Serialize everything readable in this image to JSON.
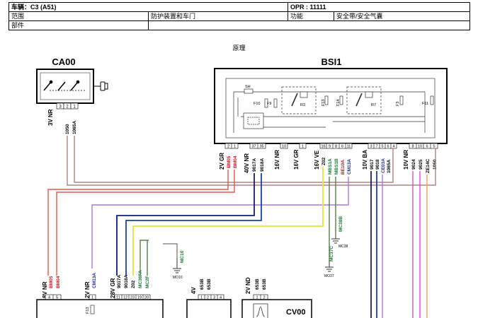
{
  "header": {
    "vehicle": "车辆：C3 (A51)",
    "opr": "OPR : 11111",
    "scope_label": "范围",
    "scope_value": "防护装置和车门",
    "function_label": "功能",
    "function_value": "安全带/安全气囊",
    "part_label": "部件"
  },
  "subtitle": "原理",
  "ca00": {
    "name": "CA00",
    "pins": [
      "3",
      "2",
      "1"
    ],
    "connector": "3V NR",
    "wires": [
      "1050",
      "1065A"
    ]
  },
  "bsi1": {
    "name": "BSI1",
    "sh": "SH",
    "fuses": [
      "F10",
      "F9",
      "F13",
      "F14",
      "F3",
      "F11"
    ],
    "relays": [
      "R3",
      "R7"
    ],
    "connectors": [
      "2V GR",
      "40V NR",
      "16V NR",
      "16V GR",
      "16V VE",
      "10V BA",
      "10V NR"
    ],
    "pins_2vgr": [
      "2",
      "1"
    ],
    "pins_40vnr": [
      "37",
      "35"
    ],
    "pins_16vnr": [
      "10"
    ],
    "pins_16vgr": [
      "1"
    ],
    "pins_16vve": [
      "16",
      "9",
      "8",
      "6",
      "11"
    ],
    "pins_10vba": [
      "3",
      "7",
      "5",
      "6",
      "4"
    ],
    "pins_10vnr": [
      "8",
      "10",
      "6",
      "5"
    ],
    "wires_2vgr": [
      "BM05",
      "BM04"
    ],
    "wires_40vnr": [
      "9017A",
      "9018A"
    ],
    "wires_16vve": [
      "Z02",
      "MBS1A",
      "MBS1B",
      "BE10A",
      "CM13A"
    ],
    "wires_10vba": [
      "9017",
      "9018",
      "CE03A",
      "1065A"
    ],
    "wires_10vnr": [
      "9024",
      "9025",
      "ZE14C",
      "1050"
    ]
  },
  "grounds": [
    {
      "wire": "MC10",
      "label": "MO10"
    },
    {
      "wire": "MC38B",
      "label": "MC38"
    },
    {
      "wire": "MC37C",
      "label": "MO37"
    }
  ],
  "bottom": {
    "conn_8vnr": "8V NR",
    "pins_8vnr": [
      "4",
      "5"
    ],
    "wires_8vnr": [
      "BM05",
      "BM04"
    ],
    "conn_2vnr": "2V NR",
    "pins_2vnr": [
      "1"
    ],
    "wires_2vnr": [
      "CM13A"
    ],
    "conn_28vgr": "28V GR",
    "pins_28vgr": [
      "11",
      "12",
      "23",
      "19",
      "20"
    ],
    "wires_28vgr": [
      "9017A",
      "9018A",
      "Z02",
      "MC36FA",
      "MC2F"
    ],
    "fuse": "F13",
    "conn_4v": "4V",
    "pins_4v": [
      "1",
      "2",
      "3",
      "4"
    ],
    "wires_4v": [
      "653B",
      "653B"
    ],
    "conn_2vnd": "2V ND",
    "pins_2vnd": [
      "1",
      "2"
    ],
    "wires_2vnd": [
      "653B",
      "653B"
    ],
    "cv00": "CV00"
  },
  "colors": {
    "brown_wire": "#b08484",
    "red_wire": "#e0584a",
    "blue_wire": "#1f3fa8",
    "navy_wire": "#101e7a",
    "yellow_wire": "#e8e23a",
    "green_wire": "#5a7a4a",
    "purple_wire": "#a878e0",
    "magenta_wire": "#e050c8",
    "orange_wire": "#f0a060",
    "label_red": "#d0161d",
    "label_green": "#1a7a3a",
    "label_blue": "#1e2fa0"
  }
}
